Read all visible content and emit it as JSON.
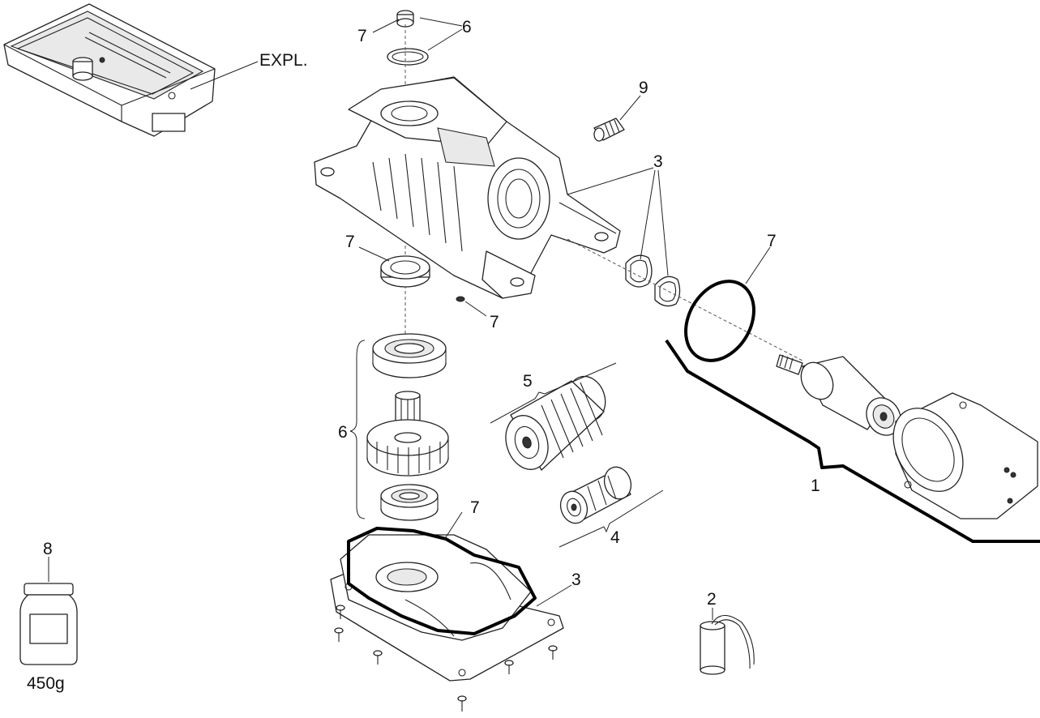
{
  "diagram": {
    "callouts": {
      "expl": "EXPL.",
      "c7_top": "7",
      "c6_top": "6",
      "c9": "9",
      "c3_upper": "3",
      "c7_right": "7",
      "c7_seal": "7",
      "c7_dot": "7",
      "c5": "5",
      "c6_left": "6",
      "c1": "1",
      "c4": "4",
      "c7_gasket": "7",
      "c3_lower": "3",
      "c2": "2",
      "c8": "8"
    },
    "grease_weight": "450g"
  }
}
